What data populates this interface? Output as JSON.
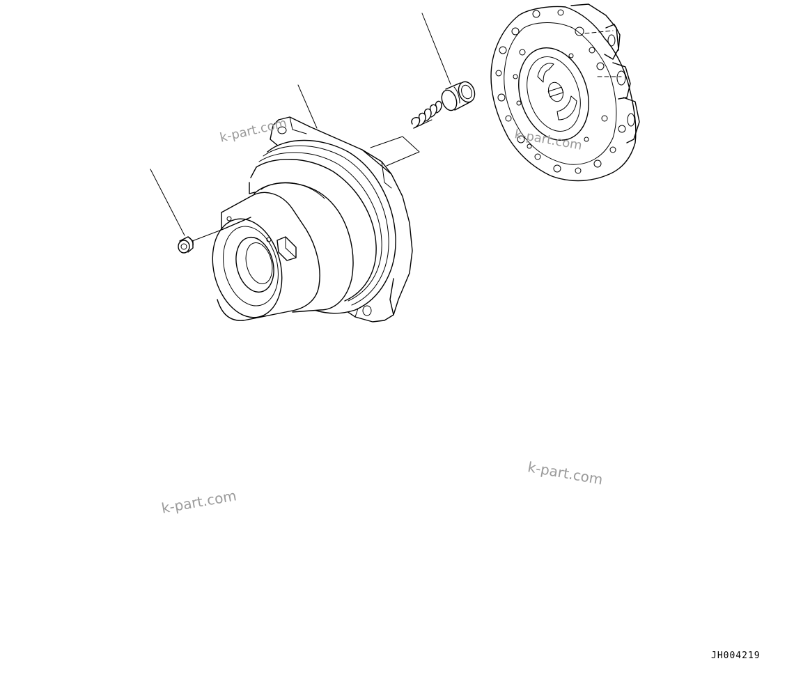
{
  "diagram": {
    "drawing_id": "JH004219",
    "watermarks": [
      "k-part.com",
      "k-part.com",
      "k-part.com",
      "k-part.com"
    ],
    "parts": [
      {
        "name": "drive-housing"
      },
      {
        "name": "plug"
      },
      {
        "name": "spring"
      },
      {
        "name": "sleeve"
      },
      {
        "name": "motor-valve-plate"
      }
    ]
  }
}
